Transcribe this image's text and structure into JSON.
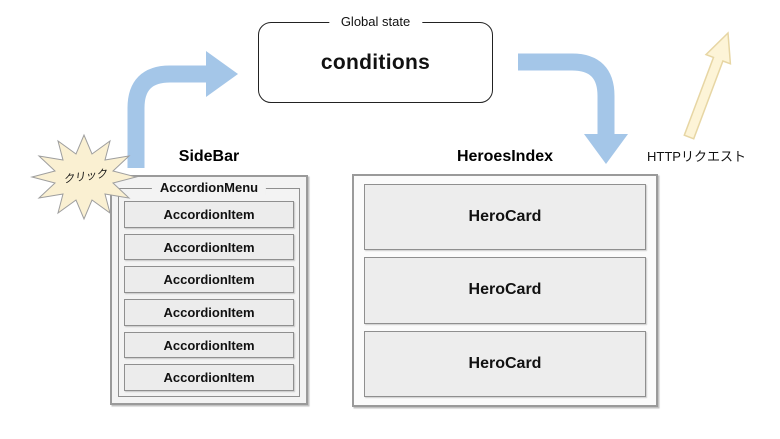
{
  "diagram": {
    "global_state": {
      "label": "Global state",
      "value": "conditions"
    },
    "sidebar": {
      "title": "SideBar",
      "menu": {
        "label": "AccordionMenu",
        "items": [
          "AccordionItem",
          "AccordionItem",
          "AccordionItem",
          "AccordionItem",
          "AccordionItem",
          "AccordionItem"
        ]
      }
    },
    "heroes": {
      "title": "HeroesIndex",
      "cards": [
        "HeroCard",
        "HeroCard",
        "HeroCard"
      ]
    },
    "annotations": {
      "click_burst": "クリック",
      "http_request": "HTTPリクエスト"
    },
    "colors": {
      "arrow_blue": "#a4c6e8",
      "http_arrow_fill": "#fdf4d7",
      "http_arrow_border": "#e7d6a4",
      "burst_fill": "#faf0d2",
      "burst_border": "#9e9e9e",
      "panel_border": "#9a9a9a",
      "panel_bg": "#f3f3f3",
      "item_bg": "#ececec"
    }
  }
}
